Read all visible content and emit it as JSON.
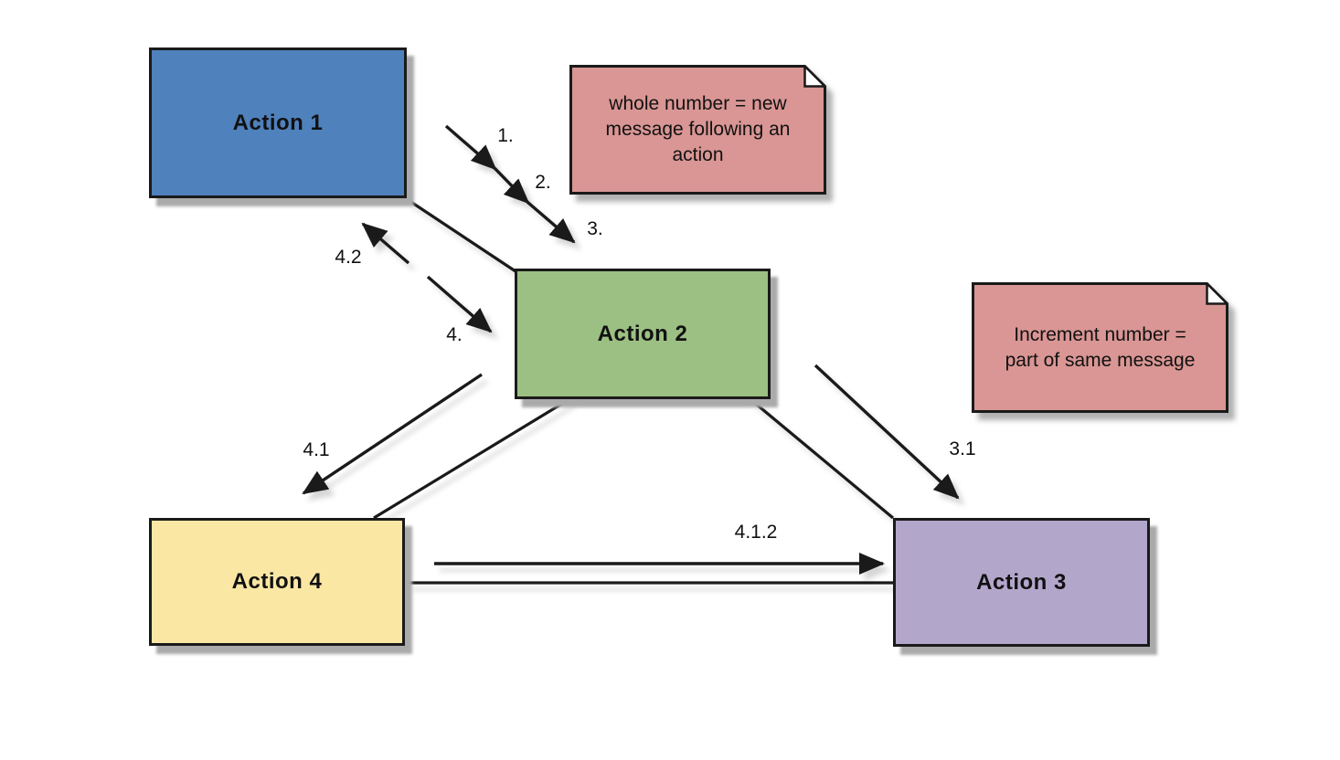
{
  "boxes": [
    {
      "id": "action1",
      "label": "Action 1",
      "color": "#4f81bd"
    },
    {
      "id": "action2",
      "label": "Action 2",
      "color": "#9cc083"
    },
    {
      "id": "action3",
      "label": "Action 3",
      "color": "#b3a6cb"
    },
    {
      "id": "action4",
      "label": "Action 4",
      "color": "#fae7a3"
    }
  ],
  "notes": [
    {
      "id": "note1",
      "text": "whole number = new\nmessage following an\naction",
      "color": "#d99694"
    },
    {
      "id": "note2",
      "text": "Increment number =\npart of same message",
      "color": "#d99694"
    }
  ],
  "labels": [
    {
      "id": "m1",
      "label": "1."
    },
    {
      "id": "m2",
      "label": "2."
    },
    {
      "id": "m3",
      "label": "3."
    },
    {
      "id": "m42",
      "label": "4.2"
    },
    {
      "id": "m4",
      "label": "4."
    },
    {
      "id": "m41",
      "label": "4.1"
    },
    {
      "id": "m31",
      "label": "3.1"
    },
    {
      "id": "m412",
      "label": "4.1.2"
    }
  ],
  "colors": {
    "line": "#1a1a1a",
    "border": "#1a1a1a",
    "shadow": "#aaaaaa",
    "background": "#ffffff"
  }
}
